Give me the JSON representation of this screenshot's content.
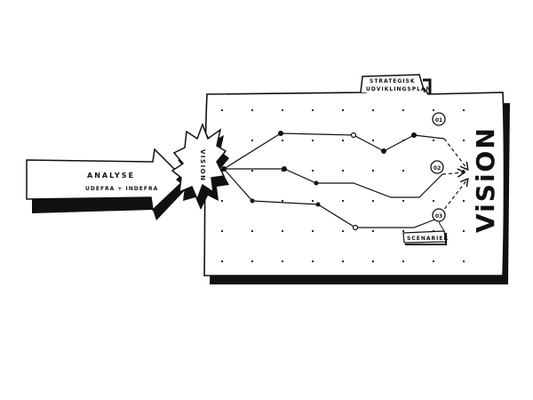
{
  "tab_label": {
    "line1": "STRATEGISK",
    "line2": "UDVIKLINGSPLAN"
  },
  "arrow": {
    "title": "ANALYSE",
    "subtitle": "UDEFRA + INDEFRA"
  },
  "burst_label": "VISION",
  "big_label": "ViSiON",
  "scenarios": [
    {
      "id": "01"
    },
    {
      "id": "02"
    },
    {
      "id": "03"
    }
  ],
  "scenario_tag": "SCENARIER"
}
